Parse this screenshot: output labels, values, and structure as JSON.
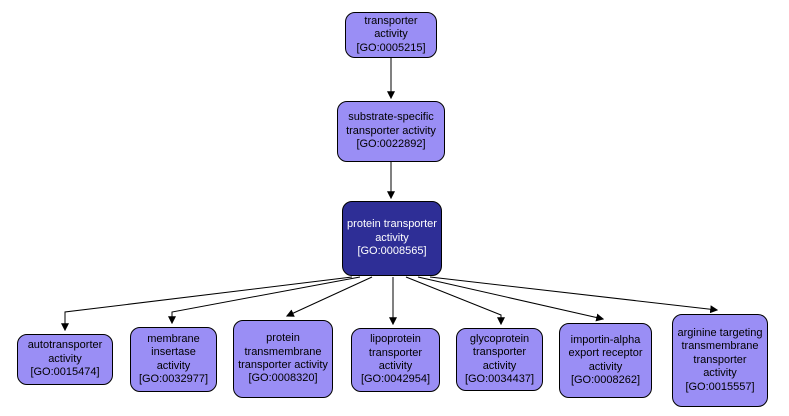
{
  "diagram": {
    "type": "go-term-ancestry-graph",
    "colors": {
      "background": "#ffffff",
      "node_fill": "#9a8ef5",
      "node_border": "#000000",
      "highlight_node_fill": "#2e2e96",
      "highlight_node_text": "#ffffff",
      "edge": "#000000",
      "text": "#000000"
    },
    "nodes": [
      {
        "label": "transporter activity",
        "go_id": "[GO:0005215]",
        "highlighted": false
      },
      {
        "label": "substrate-specific transporter activity",
        "go_id": "[GO:0022892]",
        "highlighted": false
      },
      {
        "label": "protein transporter activity",
        "go_id": "[GO:0008565]",
        "highlighted": true
      },
      {
        "label": "autotransporter activity",
        "go_id": "[GO:0015474]",
        "highlighted": false
      },
      {
        "label": "membrane insertase activity",
        "go_id": "[GO:0032977]",
        "highlighted": false
      },
      {
        "label": "protein transmembrane transporter activity",
        "go_id": "[GO:0008320]",
        "highlighted": false
      },
      {
        "label": "lipoprotein transporter activity",
        "go_id": "[GO:0042954]",
        "highlighted": false
      },
      {
        "label": "glycoprotein transporter activity",
        "go_id": "[GO:0034437]",
        "highlighted": false
      },
      {
        "label": "importin-alpha export receptor activity",
        "go_id": "[GO:0008262]",
        "highlighted": false
      },
      {
        "label": "arginine targeting transmembrane transporter activity",
        "go_id": "[GO:0015557]",
        "highlighted": false
      }
    ],
    "edges": [
      {
        "from": "GO:0005215",
        "to": "GO:0022892"
      },
      {
        "from": "GO:0022892",
        "to": "GO:0008565"
      },
      {
        "from": "GO:0008565",
        "to": "GO:0015474"
      },
      {
        "from": "GO:0008565",
        "to": "GO:0032977"
      },
      {
        "from": "GO:0008565",
        "to": "GO:0008320"
      },
      {
        "from": "GO:0008565",
        "to": "GO:0042954"
      },
      {
        "from": "GO:0008565",
        "to": "GO:0034437"
      },
      {
        "from": "GO:0008565",
        "to": "GO:0008262"
      },
      {
        "from": "GO:0008565",
        "to": "GO:0015557"
      }
    ]
  }
}
